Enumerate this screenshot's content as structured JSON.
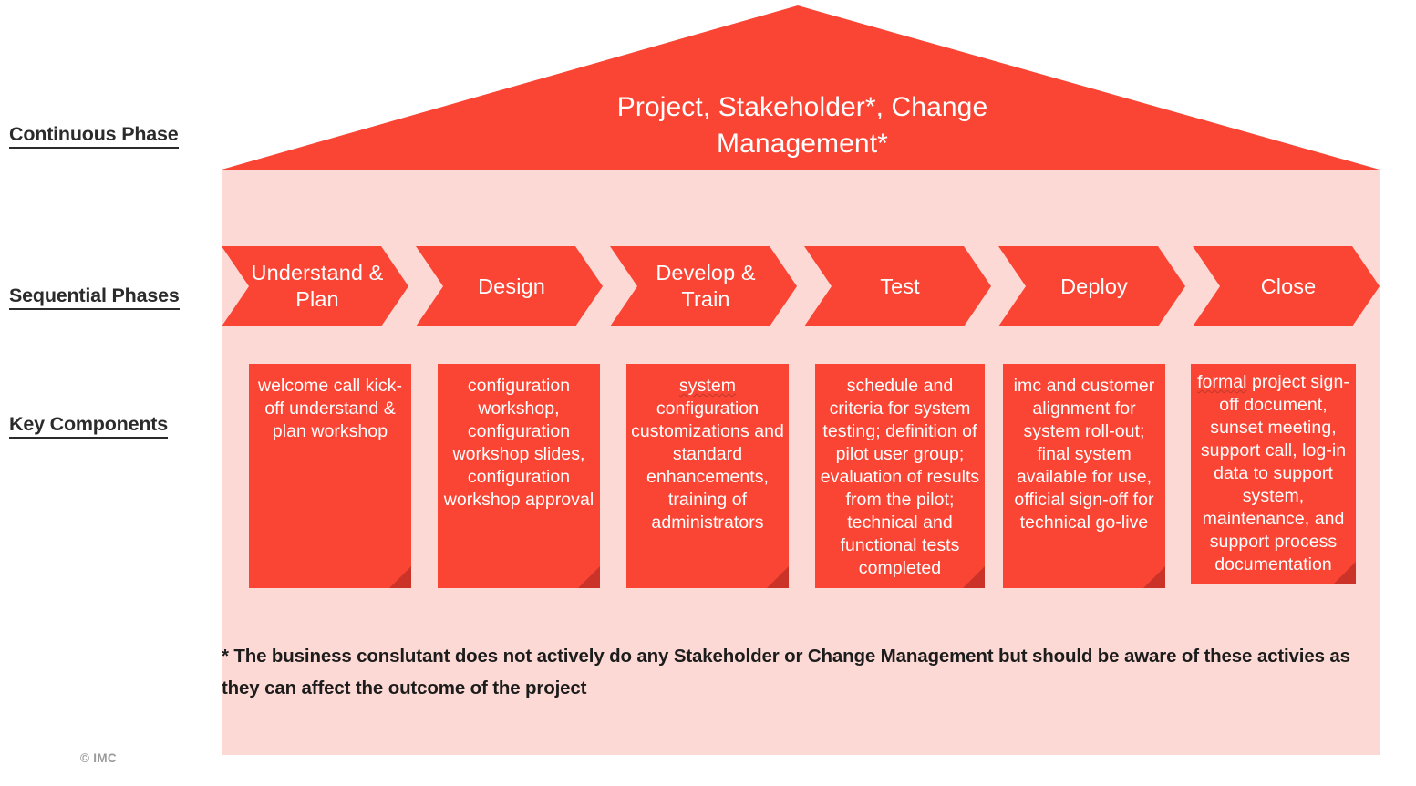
{
  "colors": {
    "accent_red": "#fa4434",
    "body_pink": "#fcd9d4",
    "fold_dark_red": "#cc3328",
    "label_dark": "#2b2b2b",
    "copyright_gray": "#9b9b9b"
  },
  "row_labels": {
    "continuous": "Continuous Phase",
    "sequential": "Sequential Phases",
    "key_components": "Key Components"
  },
  "roof": {
    "title": "Project, Stakeholder*, Change Management*"
  },
  "phases": [
    {
      "label": "Understand & Plan"
    },
    {
      "label": "Design"
    },
    {
      "label": "Develop & Train"
    },
    {
      "label": "Test"
    },
    {
      "label": "Deploy"
    },
    {
      "label": "Close"
    }
  ],
  "key_components": [
    {
      "text": "welcome call kick-off understand & plan workshop"
    },
    {
      "text": "configuration workshop, configuration workshop slides, configuration workshop approval"
    },
    {
      "text_pre": "system",
      "text": " configuration customizations and standard enhancements, training of administrators",
      "misspelled": true
    },
    {
      "text": "schedule and criteria for system testing; definition of pilot user group; evaluation of results from the pilot; technical and functional tests completed"
    },
    {
      "text": "imc and customer alignment for system roll-out; final system available for use, official sign-off for technical go-live"
    },
    {
      "text_pre": "formal",
      "text": " project sign-off document, sunset meeting, support call, log-in data to support system, maintenance, and support process documentation",
      "misspelled": true
    }
  ],
  "footnote": {
    "text": "* The business conslutant does not actively do any Stakeholder or Change Management but should be aware of these activies as they can affect the outcome of the project"
  },
  "copyright": {
    "text": "© IMC"
  }
}
